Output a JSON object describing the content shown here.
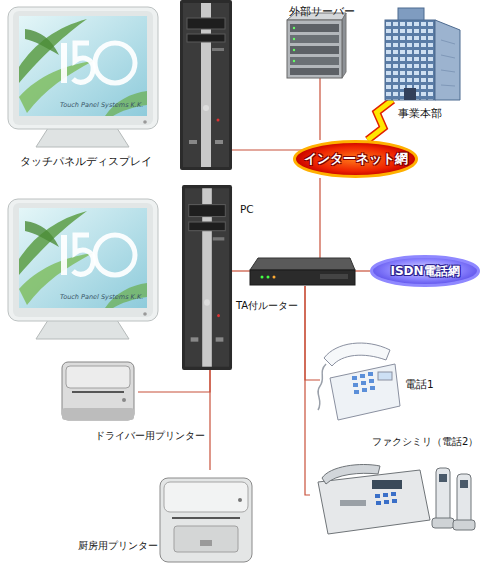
{
  "diagram": {
    "nodes": [
      {
        "text": [
          "外部サーバー"
        ]
      },
      {
        "text": [
          "事業本部"
        ]
      },
      {
        "text": [
          "インターネット網"
        ]
      },
      {
        "text": [
          "タッチパネルディスプレイ"
        ]
      },
      {
        "text": [
          "PC"
        ]
      },
      {
        "text": [
          "TA付ルーター"
        ]
      },
      {
        "text": [
          "ISDN電話網"
        ]
      },
      {
        "text": [
          "電話1"
        ]
      },
      {
        "text": [
          "ファクシミリ（電話2）"
        ]
      },
      {
        "text": [
          "ドライバー用プリンター"
        ]
      },
      {
        "text": [
          "厨房用プリンター"
        ]
      }
    ],
    "edges": [
      {
        "from": 0,
        "to": 2,
        "arrow": "none"
      },
      {
        "from": 1,
        "to": 2,
        "arrow": "none"
      },
      {
        "from": 2,
        "to": 5,
        "arrow": "none"
      },
      {
        "from": 4,
        "to": 5,
        "arrow": "none"
      },
      {
        "from": 5,
        "to": 6,
        "arrow": "none"
      },
      {
        "from": 5,
        "to": 7,
        "arrow": "none"
      },
      {
        "from": 5,
        "to": 8,
        "arrow": "none"
      },
      {
        "from": 4,
        "to": 9,
        "arrow": "none"
      },
      {
        "from": 4,
        "to": 10,
        "arrow": "none"
      }
    ],
    "labels": [
      "Touch Panel Systems K.K.",
      "Touch Panel Systems K.K."
    ]
  }
}
